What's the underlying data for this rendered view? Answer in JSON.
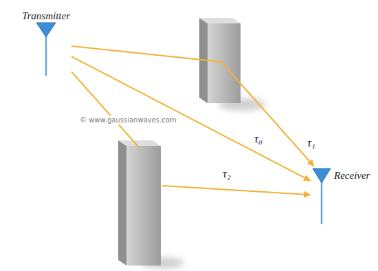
{
  "diagram": {
    "nodes": [
      {
        "text": [
          "Transmitter"
        ]
      },
      {
        "text": [
          "Receiver"
        ]
      }
    ],
    "edges": [
      {
        "from": 0,
        "to": 1,
        "arrow": "to",
        "label": "τ₀"
      },
      {
        "from": 0,
        "to": 1,
        "arrow": "to",
        "label": "τ₁"
      },
      {
        "from": 0,
        "to": 1,
        "arrow": "to",
        "label": "τ₂"
      }
    ],
    "labels": [
      "© www.gaussianwaves.com"
    ]
  }
}
